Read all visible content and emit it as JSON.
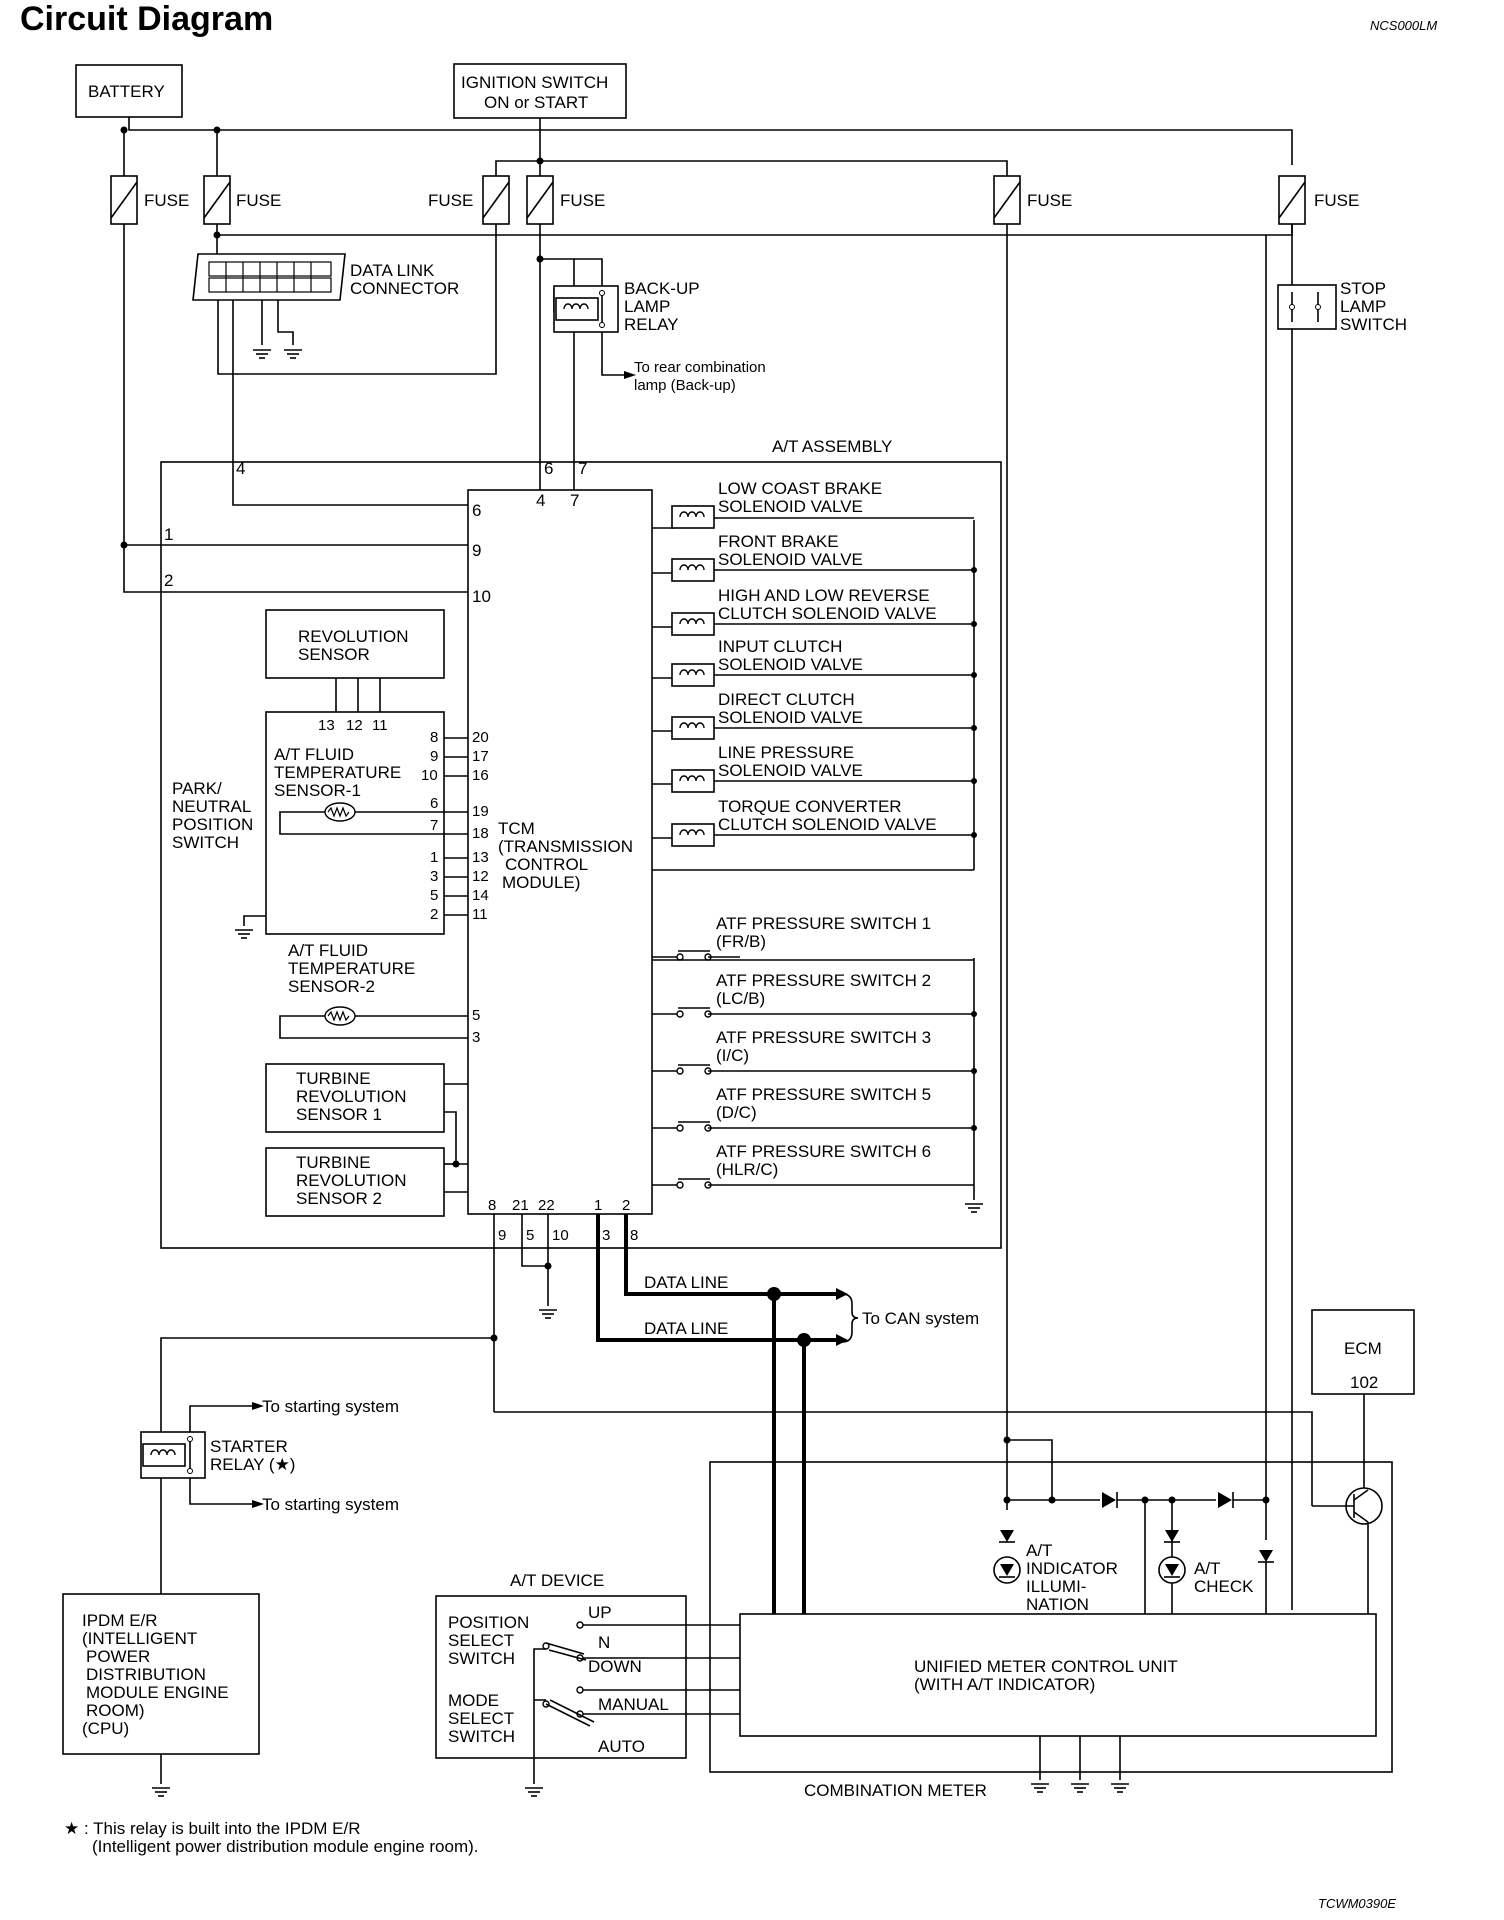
{
  "header": {
    "title": "Circuit Diagram",
    "code_top": "NCS000LM",
    "code_bottom": "TCWM0390E"
  },
  "power": {
    "battery": "BATTERY",
    "ignition_l1": "IGNITION SWITCH",
    "ignition_l2": "ON or START",
    "fuse": "FUSE"
  },
  "components": {
    "dlc_l1": "DATA LINK",
    "dlc_l2": "CONNECTOR",
    "backup_l1": "BACK-UP",
    "backup_l2": "LAMP",
    "backup_l3": "RELAY",
    "rear_l1": "To rear combination",
    "rear_l2": "lamp (Back-up)",
    "stop_l1": "STOP",
    "stop_l2": "LAMP",
    "stop_l3": "SWITCH",
    "at_assembly": "A/T ASSEMBLY",
    "revolution_l1": "REVOLUTION",
    "revolution_l2": "SENSOR",
    "fluid1_l1": "A/T FLUID",
    "fluid1_l2": "TEMPERATURE",
    "fluid1_l3": "SENSOR-1",
    "pnp_l1": "PARK/",
    "pnp_l2": "NEUTRAL",
    "pnp_l3": "POSITION",
    "pnp_l4": "SWITCH",
    "fluid2_l1": "A/T FLUID",
    "fluid2_l2": "TEMPERATURE",
    "fluid2_l3": "SENSOR-2",
    "turbine1_l1": "TURBINE",
    "turbine1_l2": "REVOLUTION",
    "turbine1_l3": "SENSOR 1",
    "turbine2_l1": "TURBINE",
    "turbine2_l2": "REVOLUTION",
    "turbine2_l3": "SENSOR 2",
    "tcm_l1": "TCM",
    "tcm_l2": "(TRANSMISSION",
    "tcm_l3": "CONTROL",
    "tcm_l4": "MODULE)",
    "data_line": "DATA LINE",
    "can": "To CAN system",
    "ecm": "ECM",
    "ecm_pin": "102",
    "start_top": "To starting system",
    "start_bottom": "To starting system",
    "starter_l1": "STARTER",
    "starter_l2": "RELAY (★)",
    "ipdm_l1": "IPDM E/R",
    "ipdm_l2": "(INTELLIGENT",
    "ipdm_l3": "POWER",
    "ipdm_l4": "DISTRIBUTION",
    "ipdm_l5": "MODULE ENGINE",
    "ipdm_l6": "ROOM)",
    "ipdm_l7": "(CPU)",
    "at_device": "A/T DEVICE",
    "pos_l1": "POSITION",
    "pos_l2": "SELECT",
    "pos_l3": "SWITCH",
    "mode_l1": "MODE",
    "mode_l2": "SELECT",
    "mode_l3": "SWITCH",
    "sw_up": "UP",
    "sw_n": "N",
    "sw_down": "DOWN",
    "sw_manual": "MANUAL",
    "sw_auto": "AUTO",
    "ind_l1": "A/T",
    "ind_l2": "INDICATOR",
    "ind_l3": "ILLUMI-",
    "ind_l4": "NATION",
    "check_l1": "A/T",
    "check_l2": "CHECK",
    "umcu_l1": "UNIFIED METER CONTROL UNIT",
    "umcu_l2": "(WITH A/T INDICATOR)",
    "combination": "COMBINATION METER"
  },
  "solenoids": [
    {
      "l1": "LOW COAST BRAKE",
      "l2": "SOLENOID VALVE"
    },
    {
      "l1": "FRONT BRAKE",
      "l2": "SOLENOID VALVE"
    },
    {
      "l1": "HIGH AND LOW REVERSE",
      "l2": "CLUTCH SOLENOID VALVE"
    },
    {
      "l1": "INPUT CLUTCH",
      "l2": "SOLENOID VALVE"
    },
    {
      "l1": "DIRECT CLUTCH",
      "l2": "SOLENOID VALVE"
    },
    {
      "l1": "LINE PRESSURE",
      "l2": "SOLENOID VALVE"
    },
    {
      "l1": "TORQUE CONVERTER",
      "l2": "CLUTCH SOLENOID VALVE"
    }
  ],
  "pressure_switches": [
    {
      "l1": "ATF PRESSURE SWITCH 1",
      "l2": "(FR/B)"
    },
    {
      "l1": "ATF PRESSURE SWITCH 2",
      "l2": "(LC/B)"
    },
    {
      "l1": "ATF PRESSURE SWITCH 3",
      "l2": "(I/C)"
    },
    {
      "l1": "ATF PRESSURE SWITCH 5",
      "l2": "(D/C)"
    },
    {
      "l1": "ATF PRESSURE SWITCH 6",
      "l2": "(HLR/C)"
    }
  ],
  "pins": {
    "p4": "4",
    "p6": "6",
    "p7": "7",
    "t6": "6",
    "t4": "4",
    "t7": "7",
    "t9": "9",
    "t10": "10",
    "w1": "1",
    "w2": "2",
    "r13": "13",
    "r12": "12",
    "r11": "11",
    "s8": "8",
    "s9": "9",
    "s10": "10",
    "s6": "6",
    "s7": "7",
    "s1": "1",
    "s3": "3",
    "s5": "5",
    "s2": "2",
    "t20": "20",
    "t17": "17",
    "t16": "16",
    "t19": "19",
    "t18": "18",
    "t13": "13",
    "t12": "12",
    "t14": "14",
    "t11": "11",
    "t5": "5",
    "t3": "3",
    "b8": "8",
    "b21": "21",
    "b22": "22",
    "b1": "1",
    "b2": "2",
    "o9": "9",
    "o5": "5",
    "o10": "10",
    "o3": "3",
    "o8": "8"
  },
  "footnote": {
    "l1": "★ : This relay is built into the IPDM E/R",
    "l2": "(Intelligent power distribution module engine room)."
  }
}
